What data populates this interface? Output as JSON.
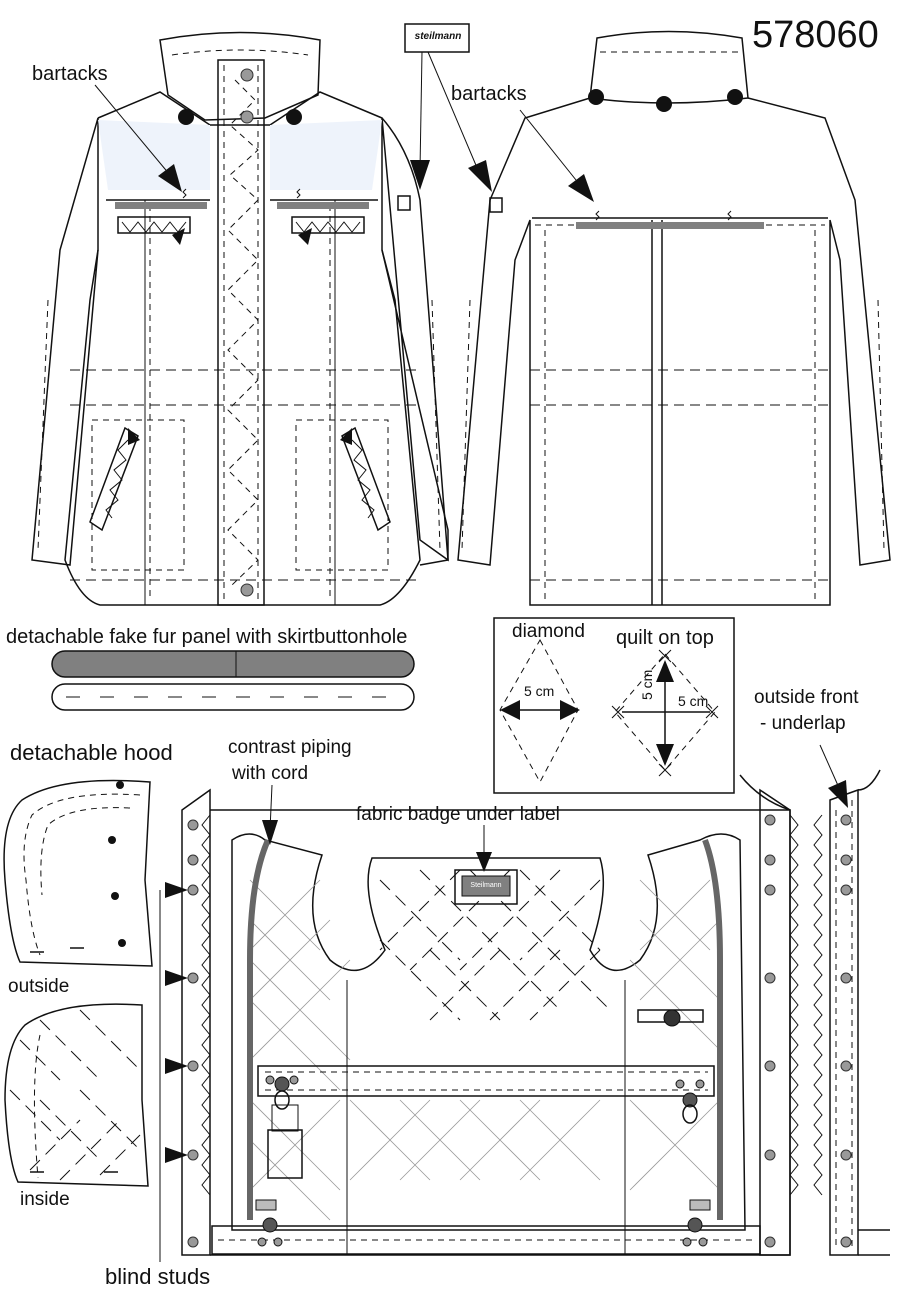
{
  "style_number": "578060",
  "labels": {
    "bartacks_front": "bartacks",
    "bartacks_back": "bartacks",
    "brand_tag": "steilmann",
    "fur_panel": "detachable fake fur panel with skirtbuttonhole",
    "detachable_hood": "detachable hood",
    "hood_outside": "outside",
    "hood_inside": "inside",
    "contrast_piping_line1": "contrast piping",
    "contrast_piping_line2": "with cord",
    "fabric_badge": "fabric badge under label",
    "badge_text": "Steilmann",
    "outside_front_line1": "outside front",
    "outside_front_line2": "- underlap",
    "blind_studs": "blind studs"
  },
  "quilt_box": {
    "diamond_label": "diamond",
    "quilt_label": "quilt on top",
    "diamond_width": "5 cm",
    "quilt_width": "5 cm",
    "quilt_height": "5 cm"
  },
  "colors": {
    "line": "#111111",
    "piping": "#666666",
    "panel_grey": "#808080",
    "stud": "#999999"
  }
}
